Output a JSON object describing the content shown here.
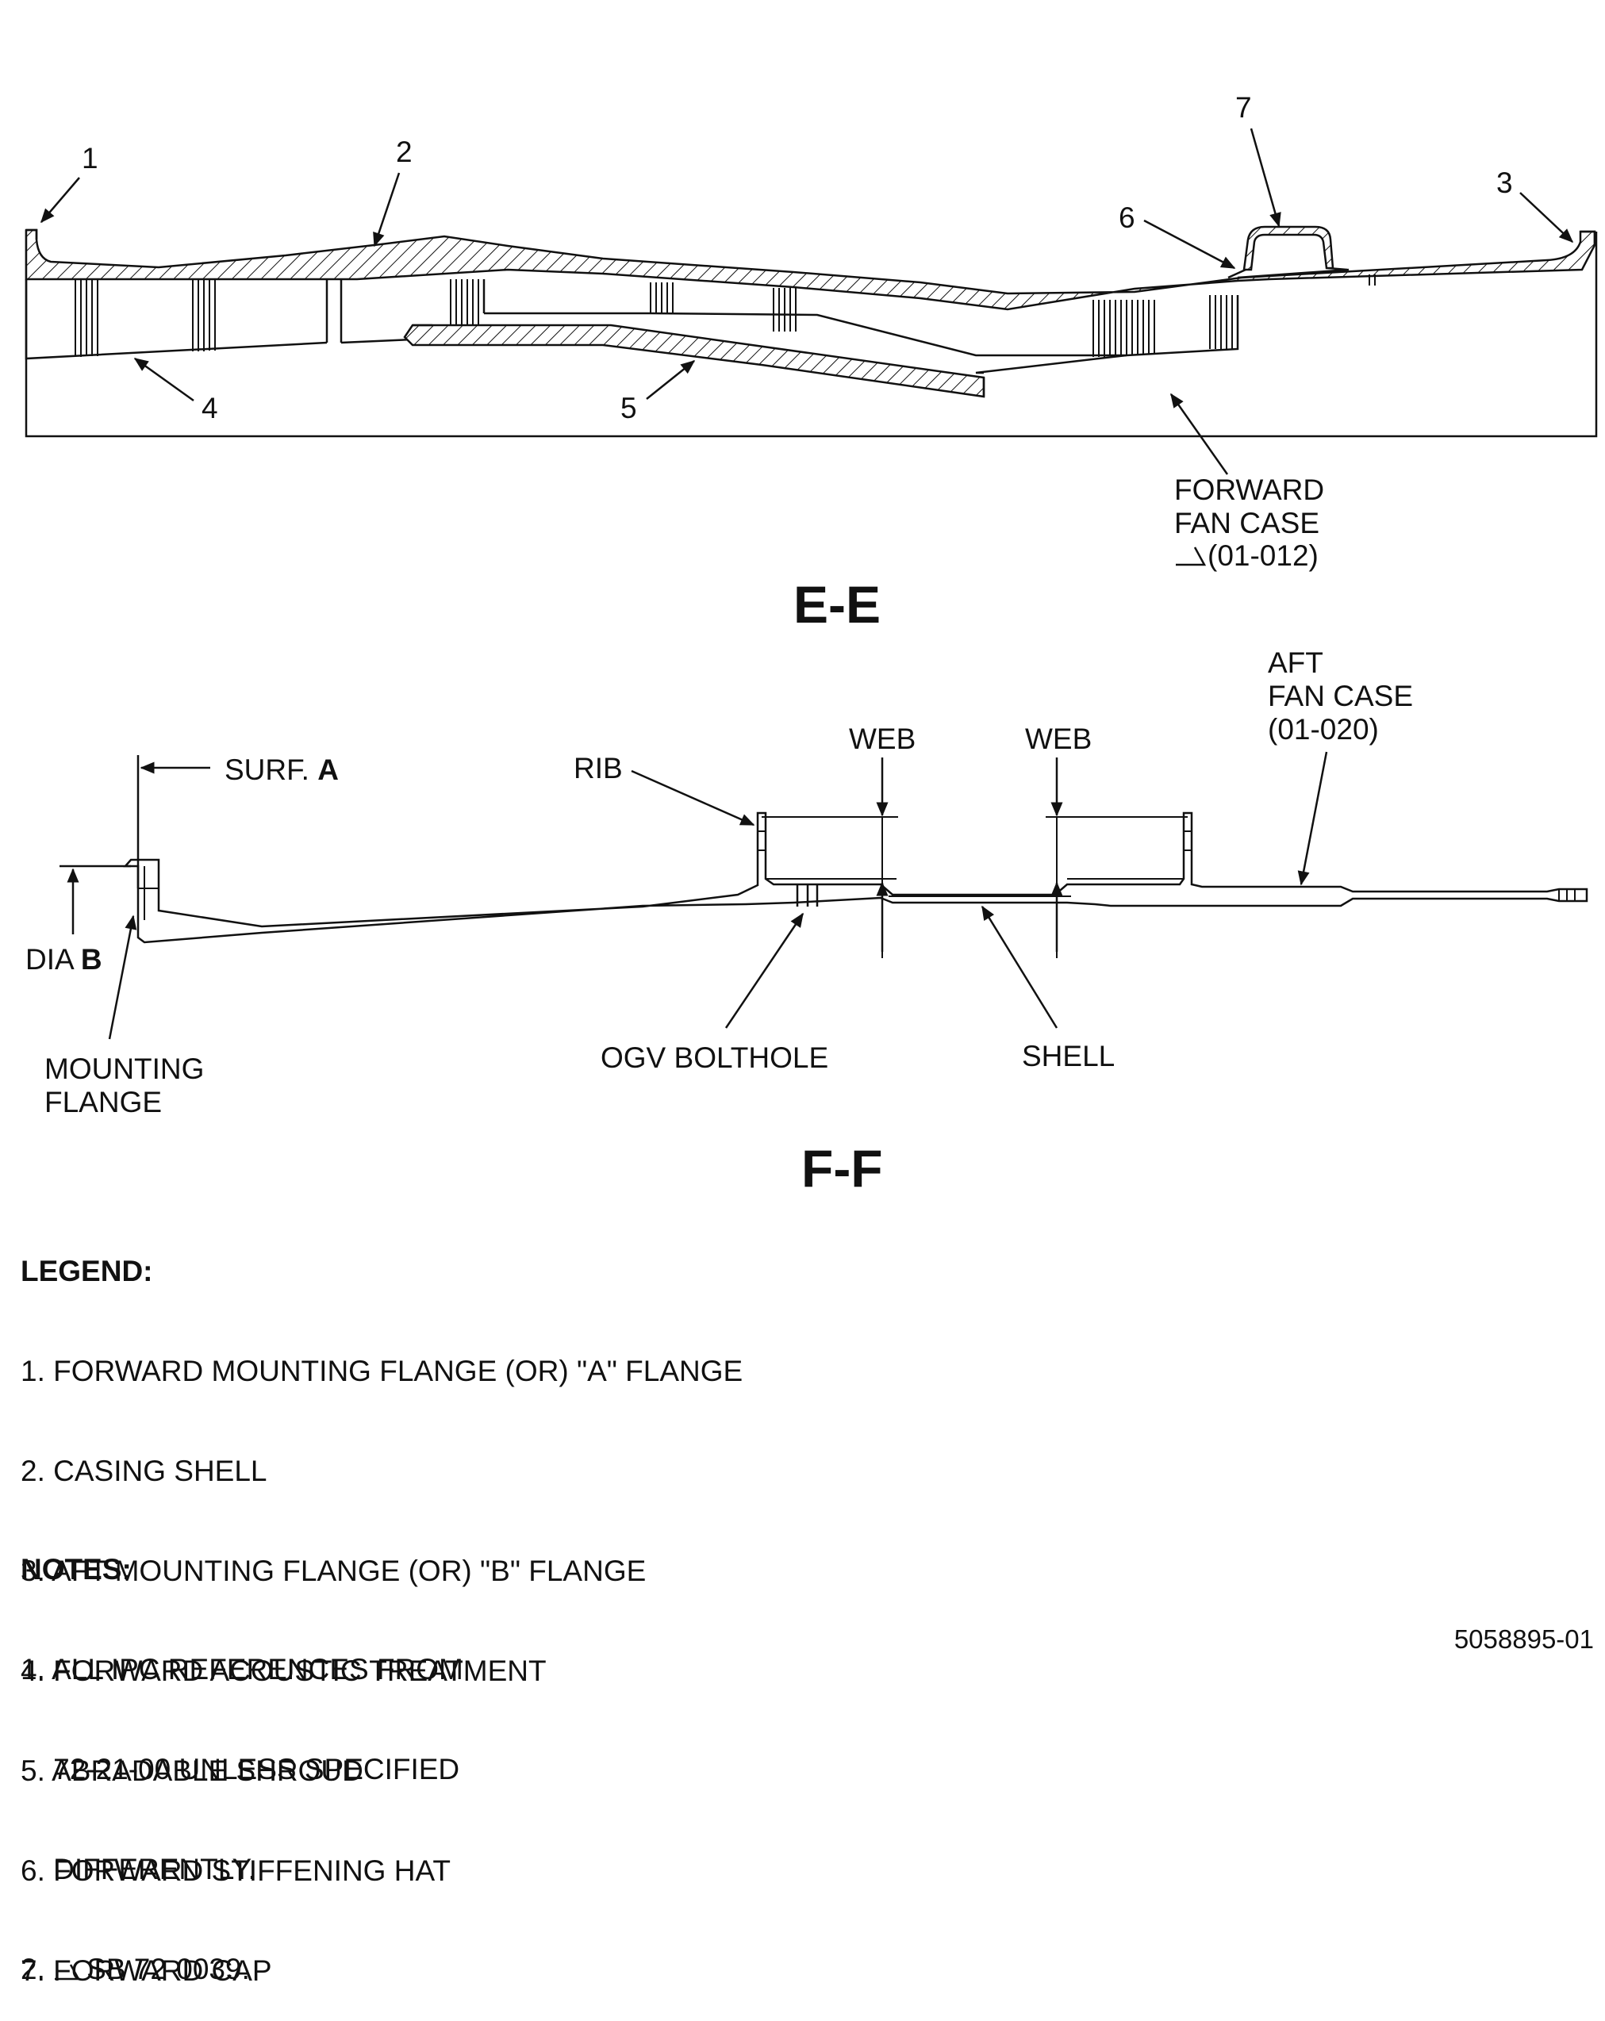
{
  "section_ee": {
    "title": "E-E",
    "callouts": [
      "1",
      "2",
      "3",
      "4",
      "5",
      "6",
      "7"
    ],
    "forward_fan_case": {
      "line1": "FORWARD",
      "line2": "FAN CASE",
      "line3": "(01-012)"
    }
  },
  "section_ff": {
    "title": "F-F",
    "surf_label": "SURF.",
    "surf_letter": "A",
    "dia_label": "DIA",
    "dia_letter": "B",
    "mounting_flange_1": "MOUNTING",
    "mounting_flange_2": "FLANGE",
    "rib": "RIB",
    "web_1": "WEB",
    "web_2": "WEB",
    "aft_fan_case_1": "AFT",
    "aft_fan_case_2": "FAN CASE",
    "aft_fan_case_3": "(01-020)",
    "ogv_bolthole": "OGV BOLTHOLE",
    "shell": "SHELL"
  },
  "legend": {
    "heading": "LEGEND:",
    "items": [
      "1. FORWARD MOUNTING FLANGE (OR) \"A\" FLANGE",
      "2. CASING SHELL",
      "3. AFT MOUNTING FLANGE (OR) \"B\" FLANGE",
      "4. FORWARD ACOUSTIC TREATMENT",
      "5. ABRADABLE SHROUD",
      "6. FORWARD STIFFENING HAT",
      "7. FORWARD CAP"
    ]
  },
  "notes": {
    "heading": "NOTES:",
    "note1_line1": "1. ALL IPC REFERENCES FROM",
    "note1_line2": "    72-21-00 UNLESS SPECIFIED",
    "note1_line3": "    DIFFERENTLY.",
    "note2_prefix": "2.",
    "note2_text": "SB 72-0039."
  },
  "document_number": "5058895-01"
}
